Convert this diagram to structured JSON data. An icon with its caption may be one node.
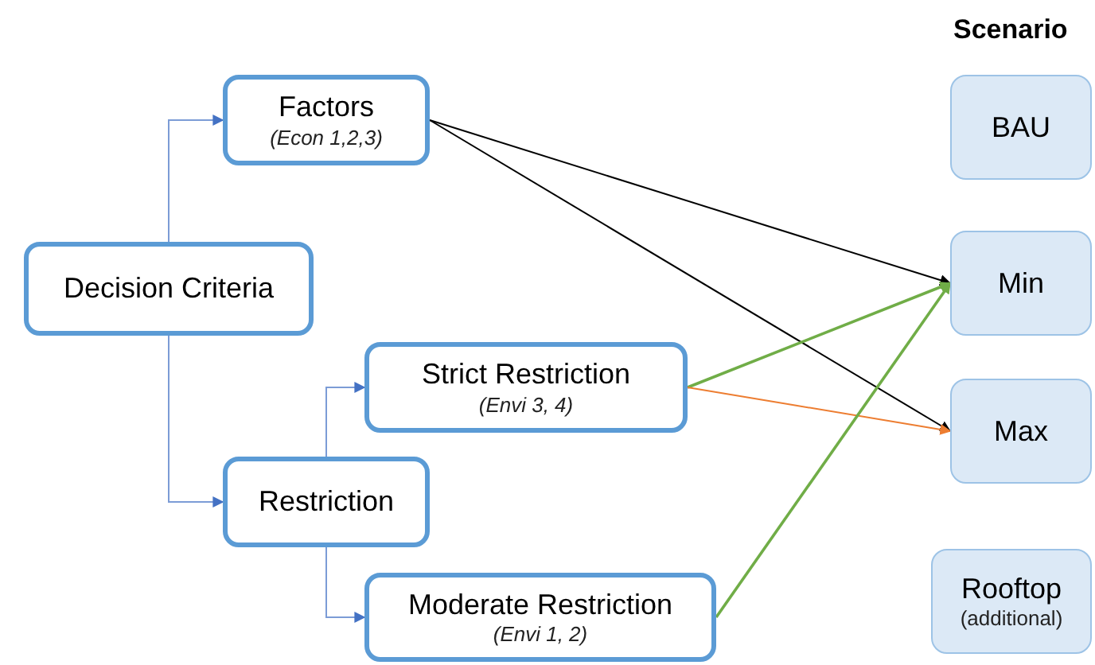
{
  "diagram": {
    "nodes": [
      {
        "text": [
          "Decision Criteria"
        ]
      },
      {
        "text": [
          "Factors",
          "(Econ 1,2,3)"
        ]
      },
      {
        "text": [
          "Restriction"
        ]
      },
      {
        "text": [
          "Strict Restriction",
          "(Envi 3, 4)"
        ]
      },
      {
        "text": [
          "Moderate Restriction",
          "(Envi 1, 2)"
        ]
      },
      {
        "text": [
          "BAU"
        ]
      },
      {
        "text": [
          "Min"
        ]
      },
      {
        "text": [
          "Max"
        ]
      },
      {
        "text": [
          "Rooftop",
          "(additional)"
        ]
      }
    ],
    "edges": [
      {
        "from": 0,
        "to": 1,
        "arrow": "to"
      },
      {
        "from": 0,
        "to": 2,
        "arrow": "to"
      },
      {
        "from": 2,
        "to": 3,
        "arrow": "to"
      },
      {
        "from": 2,
        "to": 4,
        "arrow": "to"
      },
      {
        "from": 1,
        "to": 6,
        "arrow": "to",
        "color": "#000000"
      },
      {
        "from": 1,
        "to": 7,
        "arrow": "to",
        "color": "#000000"
      },
      {
        "from": 3,
        "to": 6,
        "arrow": "to",
        "color": "#70ad47"
      },
      {
        "from": 3,
        "to": 7,
        "arrow": "to",
        "color": "#ed7d31"
      },
      {
        "from": 4,
        "to": 6,
        "arrow": "to",
        "color": "#70ad47"
      }
    ],
    "labels": [
      "Scenario"
    ]
  }
}
